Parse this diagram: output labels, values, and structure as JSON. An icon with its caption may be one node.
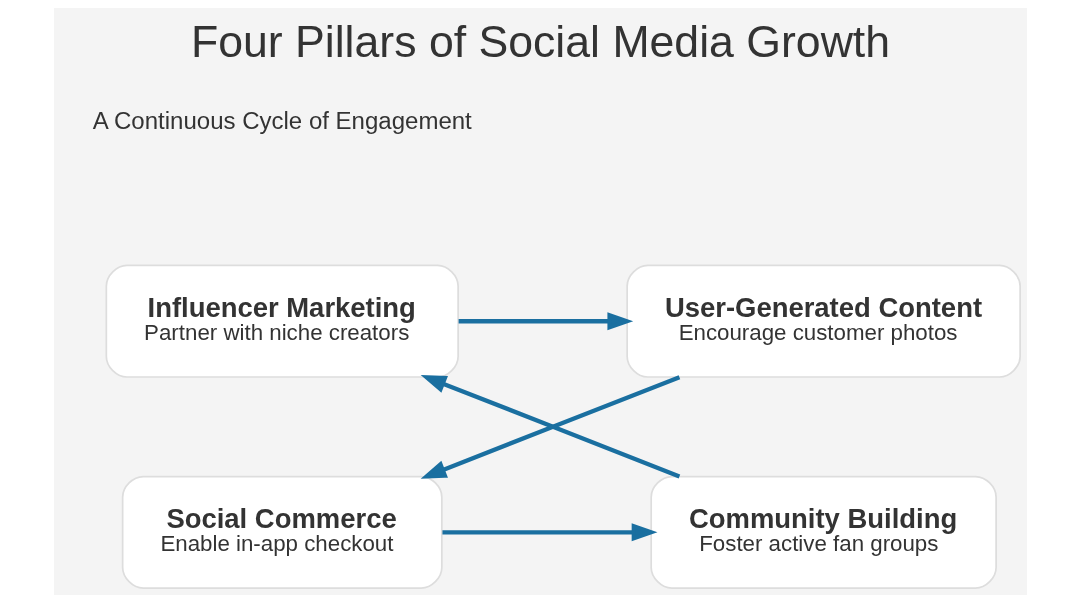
{
  "diagram": {
    "title": "Four Pillars of Social Media Growth",
    "nodes": [
      {
        "text": [
          "Influencer Marketing",
          "Partner with niche creators"
        ]
      },
      {
        "text": [
          "Community Building",
          "Foster active fan groups"
        ]
      },
      {
        "text": [
          "User-Generated Content",
          "Encourage customer photos"
        ]
      },
      {
        "text": [
          "Social Commerce",
          "Enable in-app checkout"
        ]
      }
    ],
    "edges": [
      {
        "from": 1,
        "to": 0,
        "arrow": "to"
      },
      {
        "from": 0,
        "to": 2,
        "arrow": "to"
      },
      {
        "from": 2,
        "to": 3,
        "arrow": "to"
      },
      {
        "from": 3,
        "to": 1,
        "arrow": "to"
      }
    ],
    "labels": [
      "A Continuous Cycle of Engagement"
    ]
  }
}
